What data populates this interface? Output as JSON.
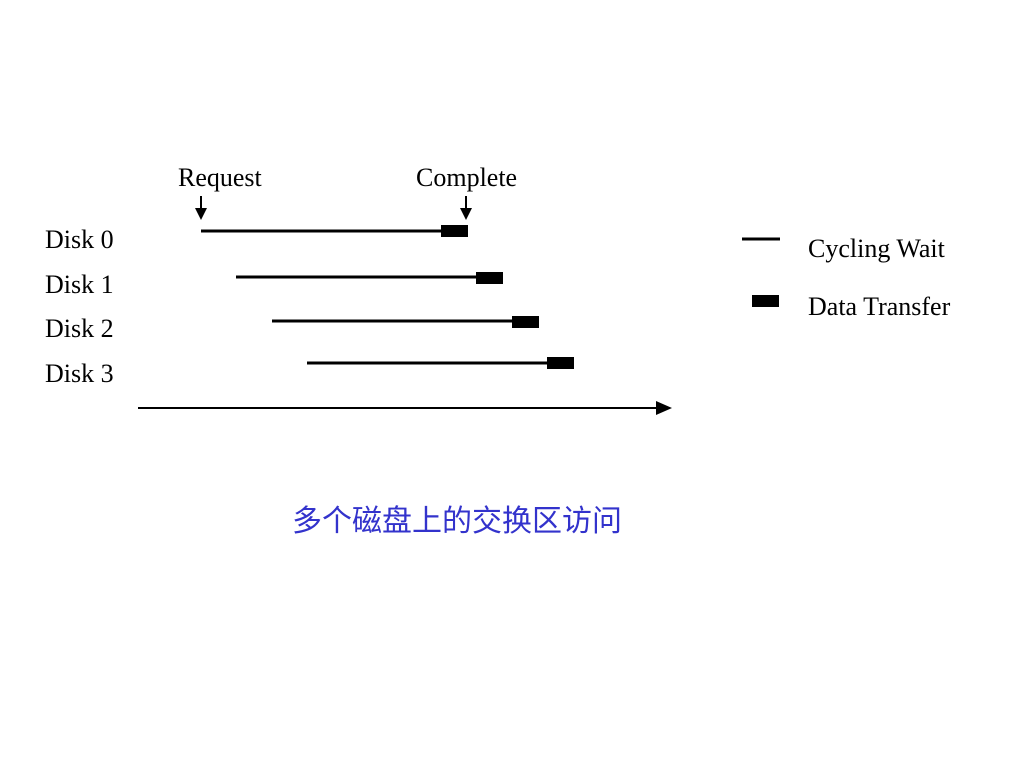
{
  "annotations": {
    "request": "Request",
    "complete": "Complete"
  },
  "disks": [
    {
      "label": "Disk 0"
    },
    {
      "label": "Disk 1"
    },
    {
      "label": "Disk 2"
    },
    {
      "label": "Disk 3"
    }
  ],
  "legend": {
    "cycling_wait": "Cycling Wait",
    "data_transfer": "Data Transfer"
  },
  "caption": "多个磁盘上的交换区访问",
  "colors": {
    "line": "#000000",
    "caption": "#3333cc"
  }
}
